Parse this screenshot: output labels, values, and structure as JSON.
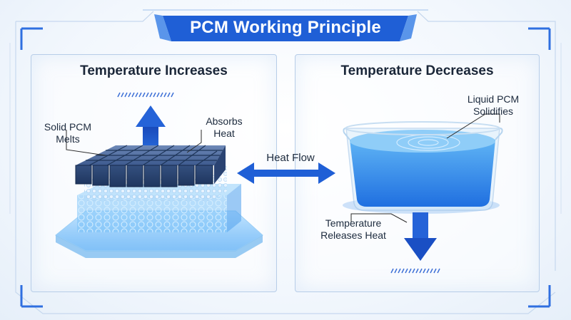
{
  "title": "PCM Working Principle",
  "left_panel": {
    "heading": "Temperature Increases",
    "label_melts": "Solid PCM\nMelts",
    "label_absorbs": "Absorbs\nHeat"
  },
  "right_panel": {
    "heading": "Temperature Decreases",
    "label_solidifies": "Liquid PCM\nSolidifies",
    "label_releases": "Temperature\nReleases Heat"
  },
  "center": {
    "heat_flow": "Heat Flow"
  },
  "colors": {
    "accent_blue": "#1f5fd6",
    "light_blue": "#4aa3f0",
    "frame_line": "#b7cde8"
  }
}
